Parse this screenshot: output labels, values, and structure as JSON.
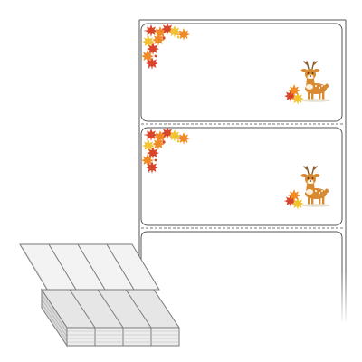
{
  "product_image": {
    "labels_shown": 2,
    "decorations": [
      "maple-leaf-corner",
      "deer"
    ],
    "backing_tail_color": "#ffffff"
  },
  "colors": {
    "outline": "#555555",
    "perforation": "#777777",
    "leaf_red": "#d9452b",
    "leaf_orange": "#f08a24",
    "leaf_yellow": "#f2c230",
    "deer_body": "#d9892f",
    "deer_spot": "#fbf1dc",
    "stack_fill": "#e6e6e6",
    "stack_light": "#f3f3f3"
  }
}
